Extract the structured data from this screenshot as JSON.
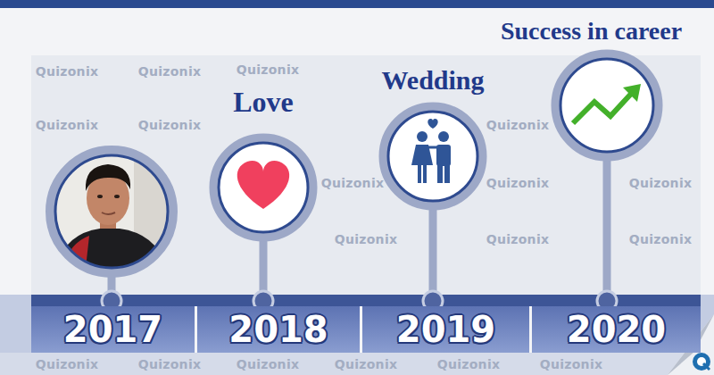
{
  "diagram": {
    "nodes": [
      {
        "text": [
          "2017"
        ]
      },
      {
        "text": [
          "2018"
        ]
      },
      {
        "text": [
          "2019"
        ]
      },
      {
        "text": [
          "2020"
        ]
      },
      {
        "text": [
          "Love"
        ]
      },
      {
        "text": [
          "Wedding"
        ]
      },
      {
        "text": [
          "Success in career"
        ]
      }
    ],
    "edges": [
      {
        "from": 4,
        "to": 1,
        "arrow": "none"
      },
      {
        "from": 5,
        "to": 2,
        "arrow": "none"
      },
      {
        "from": 6,
        "to": 3,
        "arrow": "none"
      }
    ],
    "labels": [
      "Quizonix",
      "Quizonix",
      "Quizonix",
      "Quizonix",
      "Quizonix",
      "Quizonix",
      "Quizonix",
      "Quizonix",
      "Quizonix",
      "Quizonix",
      "Quizonix",
      "Quizonix",
      "Quizonix",
      "Quizonix",
      "Quizonix",
      "Quizonix",
      "Quizonix",
      "Quizonix"
    ]
  }
}
